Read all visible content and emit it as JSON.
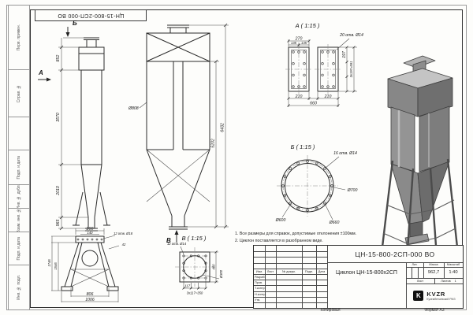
{
  "stamp": {
    "designation": "ЦН-15-800-2СП-000 ВО"
  },
  "margin_labels": [
    "Перв. примен.",
    "Справ. №",
    "Подп. и дата",
    "Инв. № дубл.",
    "Взам. инв. №",
    "Подп. и дата",
    "Инв. № подл."
  ],
  "side_view": {
    "letter_top": "Б",
    "letter_side": "А",
    "d1": "852",
    "d2": "3570",
    "d3": "2010",
    "d4": "965"
  },
  "front_view": {
    "dia": "Ø808",
    "h_inner": "5202",
    "h_total": "6432",
    "letter_bottom": "В"
  },
  "view_a": {
    "title": "А ( 1:15 )",
    "w": "270",
    "w_half1": "135",
    "w_half2": "135",
    "holes": "20 отв. Ø14",
    "p": "197",
    "p_total": "3х197=591",
    "b1": "210",
    "b2": "210",
    "b_total": "660"
  },
  "view_b": {
    "title": "Б ( 1:15 )",
    "holes": "16 отв. Ø14",
    "d_inner": "Ø600",
    "d_bolt": "Ø660",
    "d_outer": "Ø700"
  },
  "stand_view": {
    "w_top": "200",
    "w_inner": "140",
    "holes": "12 отв. Ø18",
    "k": "42",
    "h_inner": "1546",
    "h_total": "1746",
    "b_inner": "806",
    "b_total": "1006"
  },
  "view_v": {
    "title": "В ( 1:15 )",
    "holes": "12 отв. Ø14",
    "dia": "Ø300",
    "side": "400",
    "pitch": "117",
    "pitch_total": "3х117=350"
  },
  "notes": {
    "n1": "1. Все размеры для справок, допустимые отклонения ±100мм.",
    "n2": "2. Циклон поставляется в разобранном виде."
  },
  "title_block": {
    "designation": "ЦН-15-800-2СП-000 ВО",
    "product_name": "Циклон ЦН-15-800х2СП",
    "cols": {
      "izm": "Изм.",
      "list": "Лист",
      "doc": "№ докум.",
      "podp": "Подп.",
      "data": "Дата"
    },
    "rows": {
      "r1": "Разраб.",
      "r2": "Пров.",
      "r3": "Т.контр.",
      "r4": "Н.контр.",
      "r5": "Утв."
    },
    "lit": "Лит.",
    "mass_label": "Масса",
    "scale_label": "Масштаб",
    "mass": "962,7",
    "scale": "1:40",
    "sheet": "Лист",
    "sheets": "Листов",
    "sheets_num": "1",
    "org": "KVZR",
    "org_logo_letter": "K",
    "org_sub": "Кузембетьевский РМЗ",
    "copied": "Копировал",
    "format": "Формат А3"
  }
}
